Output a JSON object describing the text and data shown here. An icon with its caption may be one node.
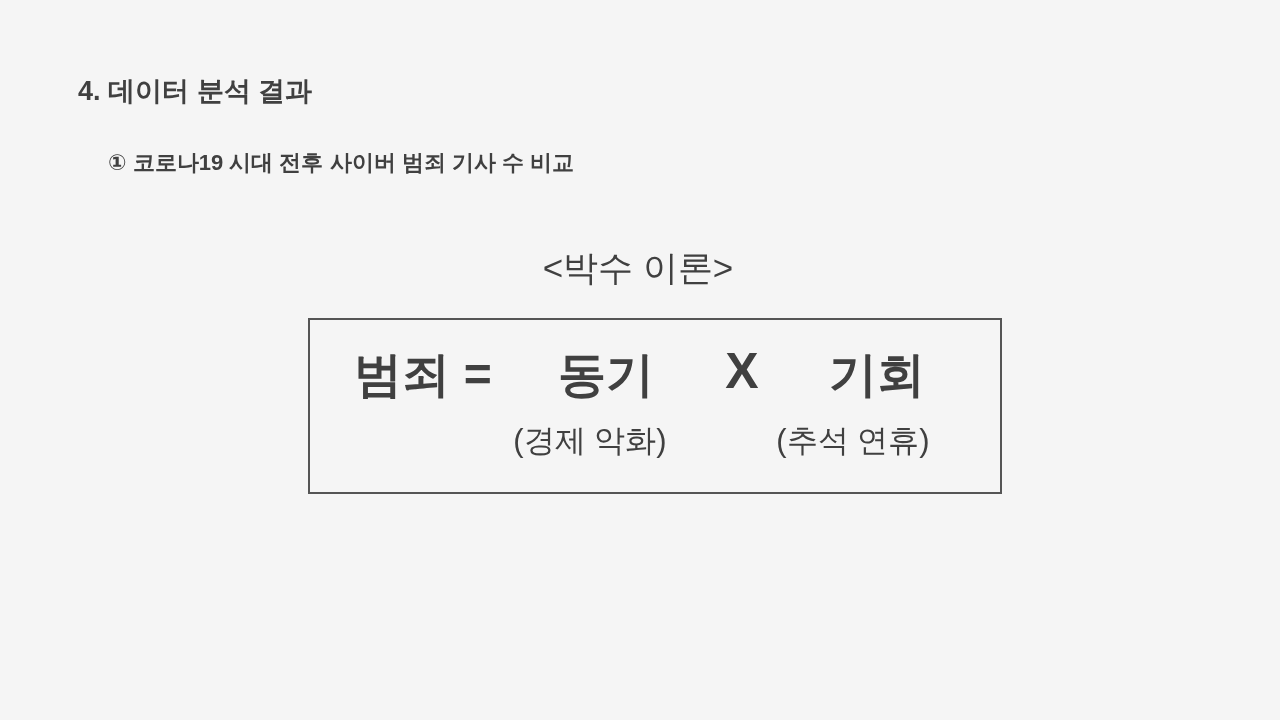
{
  "diagram": {
    "title": "4. 데이터 분석 결과",
    "nodes": [
      {
        "text": [
          "<박수 이론>",
          "범죄 =",
          "동기",
          "X",
          "기회",
          "(경제 악화)",
          "(추석 연휴)"
        ]
      }
    ],
    "edges": [],
    "labels": [
      "① 코로나19 시대 전후 사이버 범죄 기사 수 비교"
    ]
  }
}
